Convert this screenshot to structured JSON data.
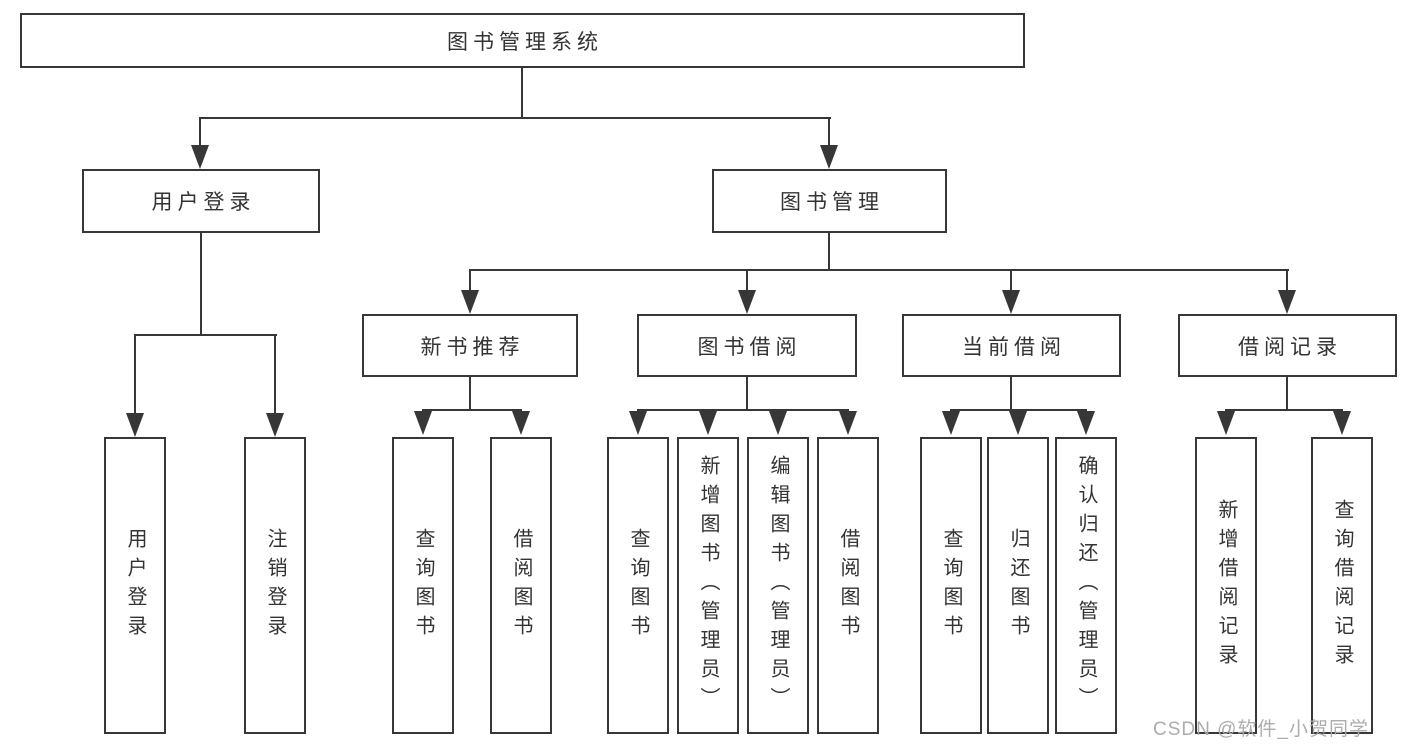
{
  "diagram_title": "图书管理系统",
  "tree": {
    "root": {
      "label": "图书管理系统"
    },
    "branches": [
      {
        "label": "用户登录",
        "children": [
          {
            "label": "用户登录"
          },
          {
            "label": "注销登录"
          }
        ]
      },
      {
        "label": "图书管理",
        "children": [
          {
            "label": "新书推荐",
            "children": [
              {
                "label": "查询图书"
              },
              {
                "label": "借阅图书"
              }
            ]
          },
          {
            "label": "图书借阅",
            "children": [
              {
                "label": "查询图书"
              },
              {
                "label": "新增图书（管理员）"
              },
              {
                "label": "编辑图书（管理员）"
              },
              {
                "label": "借阅图书"
              }
            ]
          },
          {
            "label": "当前借阅",
            "children": [
              {
                "label": "查询图书"
              },
              {
                "label": "归还图书"
              },
              {
                "label": "确认归还（管理员）"
              }
            ]
          },
          {
            "label": "借阅记录",
            "children": [
              {
                "label": "新增借阅记录"
              },
              {
                "label": "查询借阅记录"
              }
            ]
          }
        ]
      }
    ]
  },
  "watermark": {
    "text": "CSDN @软件_小贺同学"
  },
  "colors": {
    "line": "#373737",
    "text": "#333333",
    "background": "#ffffff",
    "watermark": "#a8a8a8"
  }
}
